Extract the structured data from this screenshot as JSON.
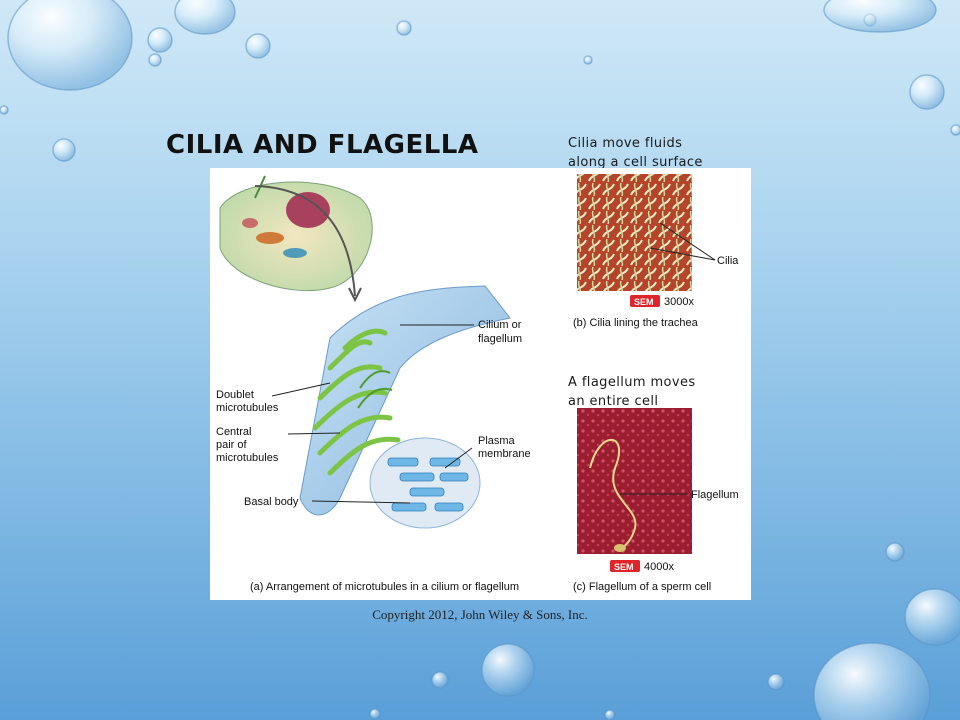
{
  "slide": {
    "title": "CILIA AND FLAGELLA",
    "caption_cilia": [
      "Cilia move fluids",
      "along a cell surface"
    ],
    "caption_flagellum": [
      "A flagellum moves",
      "an entire cell"
    ],
    "copyright": "Copyright 2012, John Wiley & Sons, Inc."
  },
  "figure": {
    "labels": {
      "cilium_or_flagellum": [
        "Cilium or",
        "flagellum"
      ],
      "doublet_microtubules": [
        "Doublet",
        "microtubules"
      ],
      "central_pair": [
        "Central",
        "pair of",
        "microtubules"
      ],
      "plasma_membrane": [
        "Plasma",
        "membrane"
      ],
      "basal_body": "Basal body",
      "cilia": "Cilia",
      "flagellum": "Flagellum",
      "sem": "SEM",
      "sem_mag_cilia": "3000x",
      "sem_mag_flagellum": "4000x",
      "panel_a": "(a) Arrangement of microtubules in a cilium or flagellum",
      "panel_b": "(b) Cilia lining the trachea",
      "panel_c": "(c) Flagellum of a sperm cell"
    },
    "colors": {
      "sem_badge": "#e0242a",
      "microtubule_green": "#7cc444",
      "basal_blue": "#6fb7e6",
      "membrane": "#9ac4e6",
      "trachea_bg": "#b6442a",
      "sperm_bg": "#9b1d30"
    }
  }
}
